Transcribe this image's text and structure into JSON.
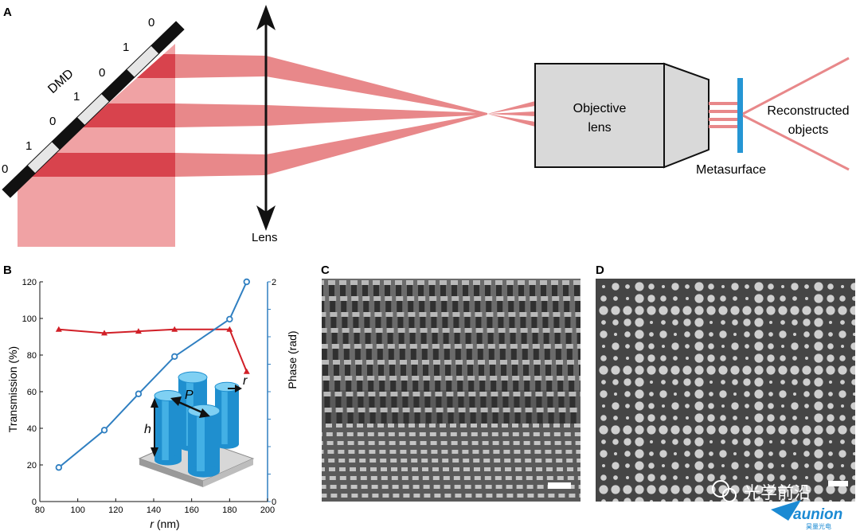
{
  "panel_labels": {
    "a": "A",
    "b": "B",
    "c": "C",
    "d": "D"
  },
  "panel_a": {
    "dmd_label": "DMD",
    "dmd_bits": [
      "0",
      "1",
      "0",
      "1",
      "0",
      "1",
      "0"
    ],
    "lens_label": "Lens",
    "objective_label_line1": "Objective",
    "objective_label_line2": "lens",
    "metasurface_label": "Metasurface",
    "reconstructed_line1": "Reconstructed",
    "reconstructed_line2": "objects"
  },
  "panel_b": {
    "xlabel": "r (nm)",
    "xlabel_r": "r",
    "xlabel_unit": " (nm)",
    "ylabel_left": "Transmission (%)",
    "ylabel_right": "Phase (rad)",
    "inset_labels": {
      "p": "P",
      "r": "r",
      "h": "h"
    }
  },
  "colors": {
    "beam": "#e8888a",
    "beam_dark": "#d8434d",
    "transmission": "#d11f27",
    "phase": "#2f7fc1",
    "metasurface": "#2596d4",
    "pillar": "#29a3de"
  },
  "watermark": {
    "text": "光学前沿",
    "brand": "aunion",
    "brand_sub": "昊量光电"
  },
  "chart_data": {
    "type": "line",
    "xlim": [
      80,
      200
    ],
    "xticks": [
      "80",
      "100",
      "120",
      "140",
      "160",
      "180",
      "200"
    ],
    "ylim_left": [
      0,
      120
    ],
    "yticks_left": [
      "0",
      "20",
      "40",
      "60",
      "80",
      "100",
      "120"
    ],
    "ylim_right": [
      0,
      2
    ],
    "yticks_right": [
      "0",
      "2"
    ],
    "grid": false,
    "series": [
      {
        "axis": "left",
        "marker": "triangle",
        "color": "#d11f27",
        "x": [
          90,
          114,
          132,
          151,
          180,
          189
        ],
        "y": [
          94,
          92,
          93,
          94,
          94,
          71
        ]
      },
      {
        "axis": "right",
        "marker": "circle",
        "color": "#2f7fc1",
        "x": [
          90,
          114,
          132,
          151,
          180,
          189
        ],
        "y": [
          0.31,
          0.65,
          0.98,
          1.32,
          1.66,
          2.0
        ]
      }
    ]
  }
}
